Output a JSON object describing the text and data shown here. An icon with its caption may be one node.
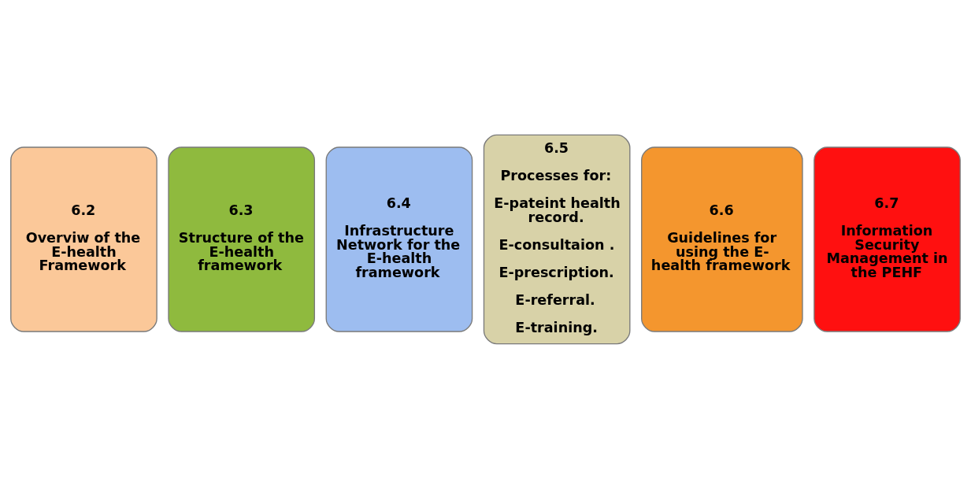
{
  "diagram": {
    "nodes": [
      {
        "text": [
          "6.2",
          "Overviw of the E-health Framework"
        ]
      },
      {
        "text": [
          "6.3",
          "Structure of the E-health framework"
        ]
      },
      {
        "text": [
          "6.4",
          "Infrastructure Network for the E-health framework"
        ]
      },
      {
        "text": [
          "6.5",
          "Processes for:",
          "E-pateint health record.",
          "E-consultaion .",
          "E-prescription.",
          "E-referral.",
          "E-training."
        ]
      },
      {
        "text": [
          "6.6",
          "Guidelines for using the E- health framework"
        ]
      },
      {
        "text": [
          "6.7",
          "Information Security Management in the PEHF"
        ]
      }
    ],
    "edges": []
  }
}
